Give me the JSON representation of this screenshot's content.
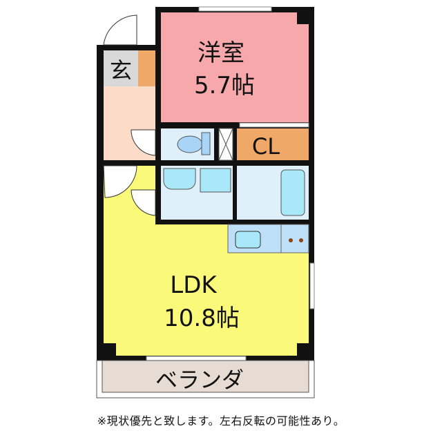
{
  "rooms": {
    "western_room": {
      "name": "洋室",
      "size": "5.7帖"
    },
    "entrance": {
      "name": "玄"
    },
    "closet": {
      "name": "CL"
    },
    "ldk": {
      "name": "LDK",
      "size": "10.8帖"
    },
    "balcony": {
      "name": "ベランダ"
    }
  },
  "caption": "※現状優先と致します。左右反転の可能性あり。",
  "colors": {
    "western_room": "#f7a8ab",
    "ldk": "#fbf97a",
    "hall": "#fcdcc8",
    "closet": "#f0a868",
    "water": "#dff0fb",
    "fixture": "#a8e8f8",
    "entrance": "#d8d8d8",
    "balcony": "#e6dcd4"
  }
}
